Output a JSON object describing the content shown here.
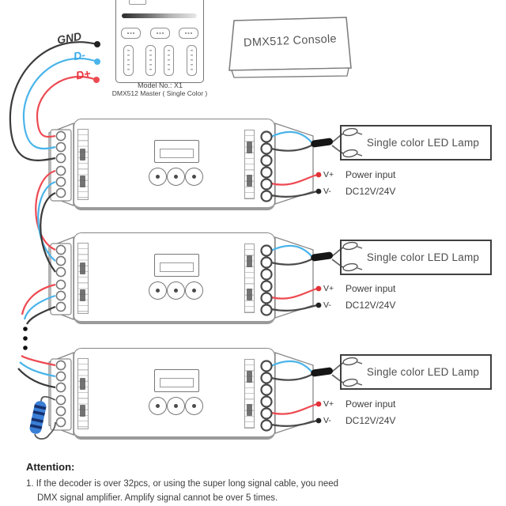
{
  "master": {
    "model_line1": "Model No.: X1",
    "model_line2": "DMX512 Master ( Single Color )"
  },
  "console": {
    "label": "DMX512 Console"
  },
  "bus": {
    "gnd": "GND",
    "d_minus": "D-",
    "d_plus": "D+"
  },
  "rows": [
    {
      "lamp_label": "Single color LED Lamp",
      "v_plus": "V+",
      "v_minus": "V-",
      "power_line1": "Power input",
      "power_line2": "DC12V/24V"
    },
    {
      "lamp_label": "Single color LED Lamp",
      "v_plus": "V+",
      "v_minus": "V-",
      "power_line1": "Power input",
      "power_line2": "DC12V/24V"
    },
    {
      "lamp_label": "Single color LED Lamp",
      "v_plus": "V+",
      "v_minus": "V-",
      "power_line1": "Power input",
      "power_line2": "DC12V/24V"
    }
  ],
  "attention": {
    "title": "Attention:",
    "item1": "1. If the decoder is over 32pcs, or using the super long signal cable, you need",
    "item1_cont": "DMX signal amplifier. Amplify signal cannot be over 5 times."
  },
  "colors": {
    "wire_red": "#ed4a52",
    "wire_blue": "#4ab4ea",
    "wire_dark": "#4a4a4a",
    "wire_gray": "#666666",
    "resistor_body": "#3a7fd6",
    "resistor_band": "#16306e"
  }
}
